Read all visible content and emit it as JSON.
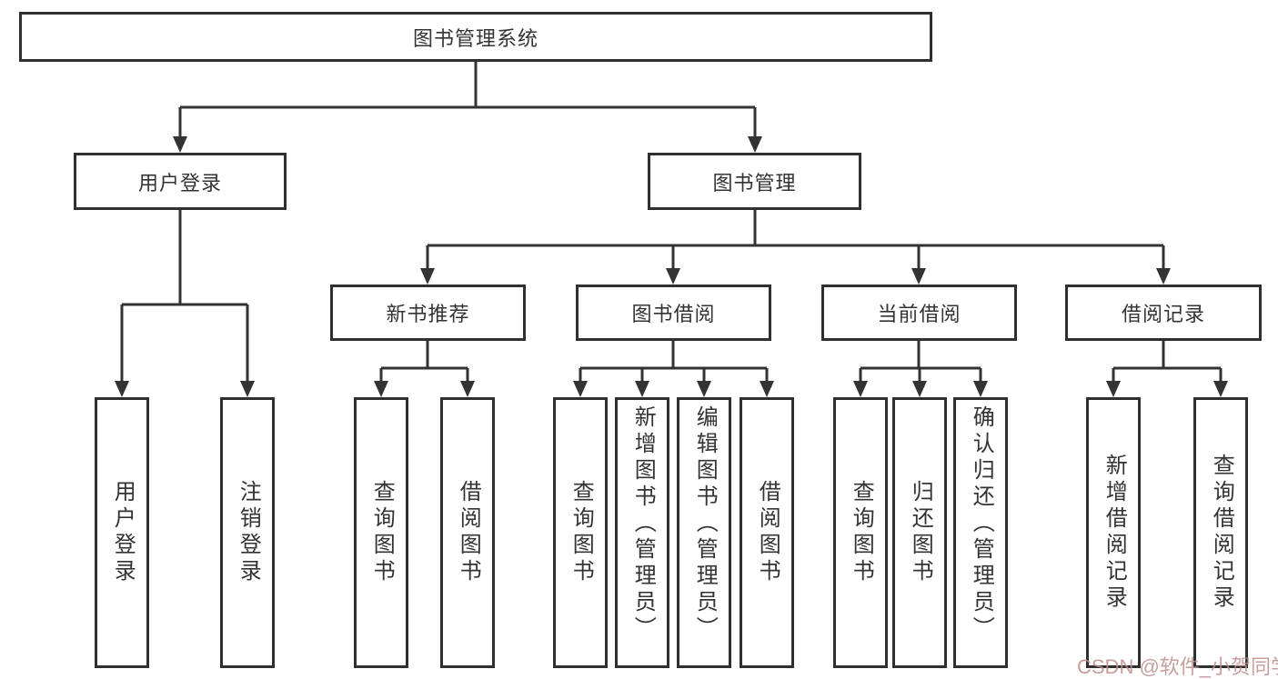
{
  "colors": {
    "line": "#333333",
    "box_border": "#2f2f2f",
    "text": "#333333",
    "watermark": "#be8c8c"
  },
  "tree": {
    "root": {
      "label": "图书管理系统"
    },
    "branches": [
      {
        "label": "用户登录",
        "children": [
          {
            "label": "用户登录"
          },
          {
            "label": "注销登录"
          }
        ]
      },
      {
        "label": "图书管理",
        "children": [
          {
            "label": "新书推荐",
            "children": [
              {
                "label": "查询图书"
              },
              {
                "label": "借阅图书"
              }
            ]
          },
          {
            "label": "图书借阅",
            "children": [
              {
                "label": "查询图书"
              },
              {
                "label": "新增图书（管理员）"
              },
              {
                "label": "编辑图书（管理员）"
              },
              {
                "label": "借阅图书"
              }
            ]
          },
          {
            "label": "当前借阅",
            "children": [
              {
                "label": "查询图书"
              },
              {
                "label": "归还图书"
              },
              {
                "label": "确认归还（管理员）"
              }
            ]
          },
          {
            "label": "借阅记录",
            "children": [
              {
                "label": "新增借阅记录"
              },
              {
                "label": "查询借阅记录"
              }
            ]
          }
        ]
      }
    ]
  },
  "watermark": {
    "text": "CSDN @软件_小贺同学"
  }
}
